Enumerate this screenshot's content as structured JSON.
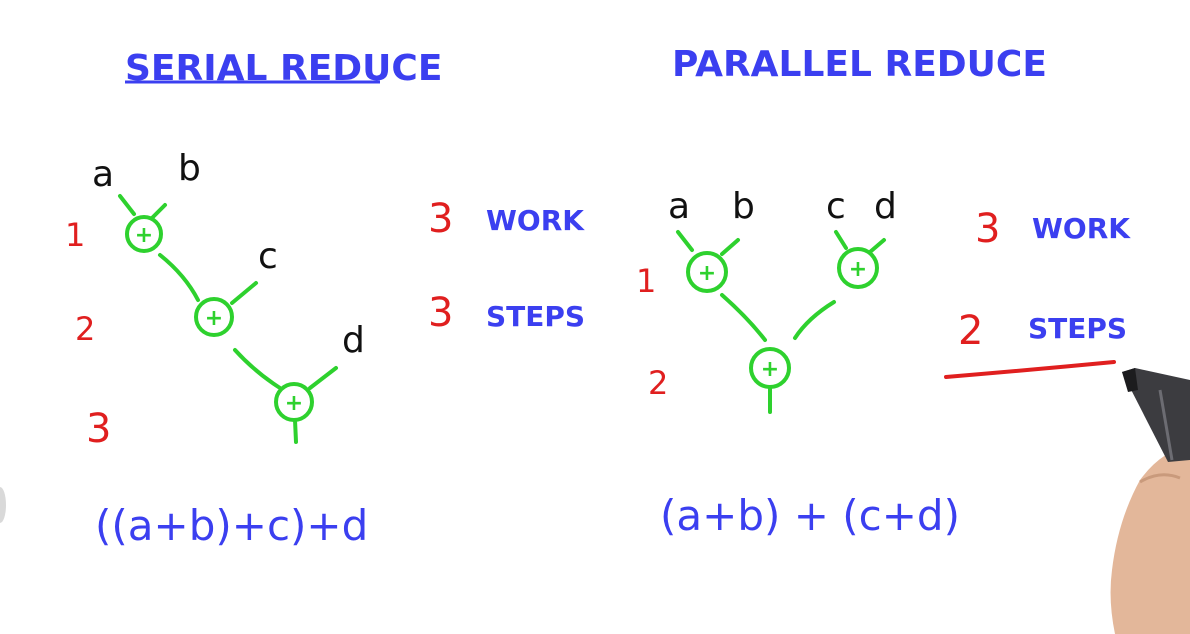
{
  "serial": {
    "title": "SERIAL REDUCE",
    "vars": [
      "a",
      "b",
      "c",
      "d"
    ],
    "step_numbers": [
      "1",
      "2",
      "3"
    ],
    "work_count": "3",
    "work_label": "WORK",
    "steps_count": "3",
    "steps_label": "STEPS",
    "expression": "((a+b)+c)+d"
  },
  "parallel": {
    "title": "PARALLEL REDUCE",
    "vars": [
      "a",
      "b",
      "c",
      "d"
    ],
    "step_numbers": [
      "1",
      "2"
    ],
    "work_count": "3",
    "work_label": "WORK",
    "steps_count": "2",
    "steps_label": "STEPS",
    "expression": "(a+b) + (c+d)"
  },
  "node_symbol": "+",
  "colors": {
    "title": "#3b3ff0",
    "tree": "#2ed12e",
    "numbers": "#e01f1f",
    "variables": "#111111",
    "underline": "#e01f1f"
  }
}
